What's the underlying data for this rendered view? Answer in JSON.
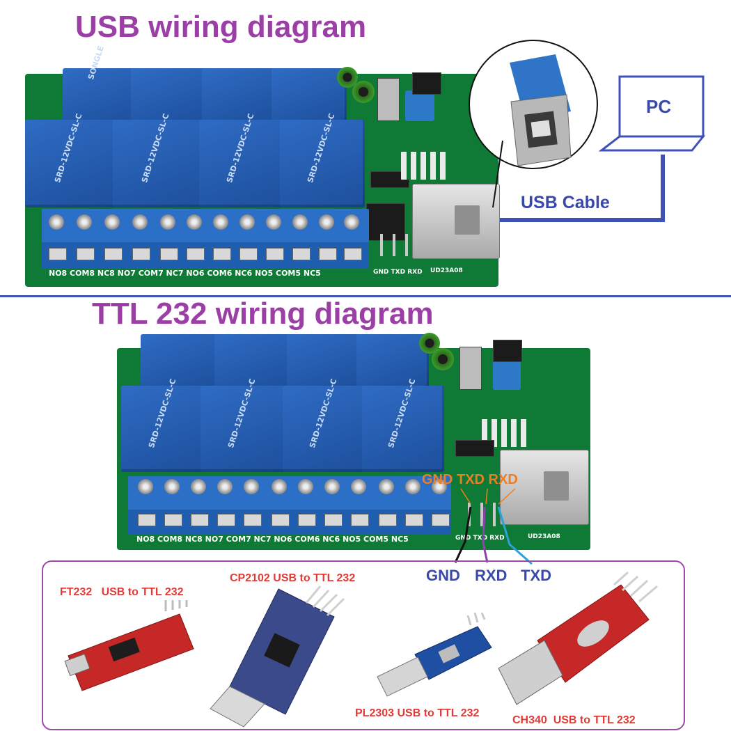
{
  "titles": {
    "usb": "USB wiring diagram",
    "ttl": "TTL 232 wiring diagram"
  },
  "usb_section": {
    "pc_label": "PC",
    "cable_label": "USB Cable"
  },
  "board": {
    "terminal_labels": "NO8 COM8 NC8 NO7 COM7 NC7 NO6 COM6 NC6 NO5 COM5 NC5",
    "header_labels": "GND TXD RXD",
    "board_id": "UD23A08",
    "relay_text": "SRD-12VDC-SL-C",
    "relay_brand": "SONGLE"
  },
  "ttl_section": {
    "board_pin_labels": "GND TXD RXD",
    "adapter_pins": [
      "GND",
      "RXD",
      "TXD"
    ]
  },
  "modules": [
    {
      "label": "FT232   USB to TTL 232"
    },
    {
      "label": "CP2102 USB to TTL 232"
    },
    {
      "label": "PL2303 USB to TTL 232"
    },
    {
      "label": "CH340  USB to TTL 232"
    }
  ],
  "colors": {
    "title": "#9b3fa6",
    "wire_blue": "#3f51b5",
    "pin_label_orange": "#ef7d22",
    "pin_label_blue": "#3949ab",
    "module_label_red": "#e53935",
    "board_pcb": "#0f7a35",
    "relay_blue": "#2f6cc4"
  }
}
